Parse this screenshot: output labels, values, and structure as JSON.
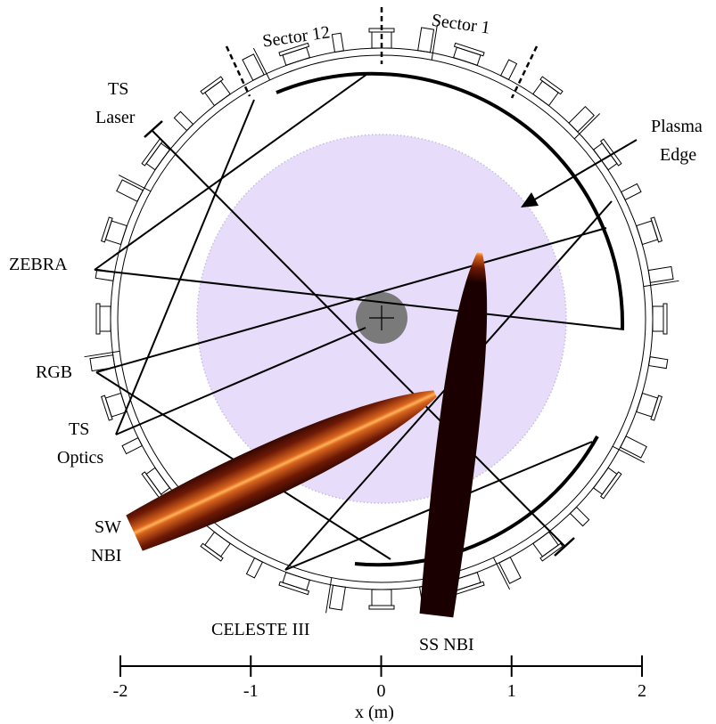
{
  "labels": {
    "sector12": "Sector 12",
    "sector1": "Sector 1",
    "ts_laser_1": "TS",
    "ts_laser_2": "Laser",
    "plasma_edge_1": "Plasma",
    "plasma_edge_2": "Edge",
    "zebra": "ZEBRA",
    "rgb": "RGB",
    "ts_optics_1": "TS",
    "ts_optics_2": "Optics",
    "sw_nbi_1": "SW",
    "sw_nbi_2": "NBI",
    "celeste": "CELESTE III",
    "ss_nbi": "SS NBI"
  },
  "axis": {
    "xlabel": "x (m)",
    "range": [
      -2,
      2
    ],
    "ticks": [
      "-2",
      "-1",
      "0",
      "1",
      "2"
    ]
  },
  "colors": {
    "plasma": "#e7dcfa",
    "core": "#7a7a7a",
    "beam_dark": "#1a0000",
    "beam_mid": "#a13a0b",
    "beam_bright": "#ffb25a"
  }
}
